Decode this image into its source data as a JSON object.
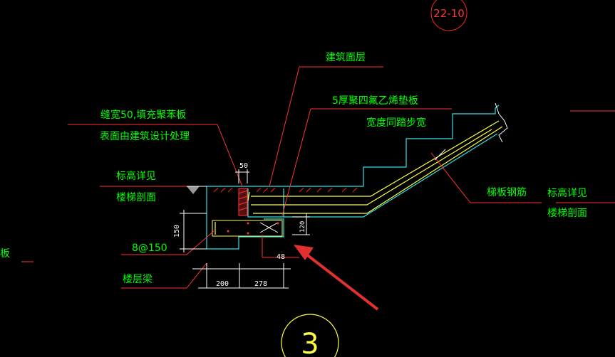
{
  "labels": {
    "building_surface": "建筑面层",
    "ptfe_pad": "5厚聚四氟乙烯垫板",
    "width_same_as_tread": "宽度同踏步宽",
    "joint_width": "缝宽50,填充聚苯板",
    "surface_by_arch": "表面由建筑设计处理",
    "elevation_see_left_1": "标高详见",
    "elevation_see_left_2": "楼梯剖面",
    "slab_rebar": "梯板钢筋",
    "elevation_see_right_1": "标高详见",
    "elevation_see_right_2": "楼梯剖面",
    "stirrup": "8@150",
    "floor_beam": "楼层梁",
    "left_edge_text": "板",
    "top_circle_tag": "22-10",
    "detail_number": "3"
  },
  "dimensions": {
    "gap_50": "50",
    "vertical_150": "150",
    "vertical_120": "120",
    "bottom_48": "48",
    "bottom_200": "200",
    "bottom_278": "278"
  },
  "colors": {
    "background": "#000000",
    "text": "#00ff00",
    "leader": "#ff3333",
    "outline": "#33e0e0",
    "rebar": "#ffff44",
    "dimension": "#ffffff",
    "arrow": "#e03030",
    "hatch": "#ff2222"
  }
}
